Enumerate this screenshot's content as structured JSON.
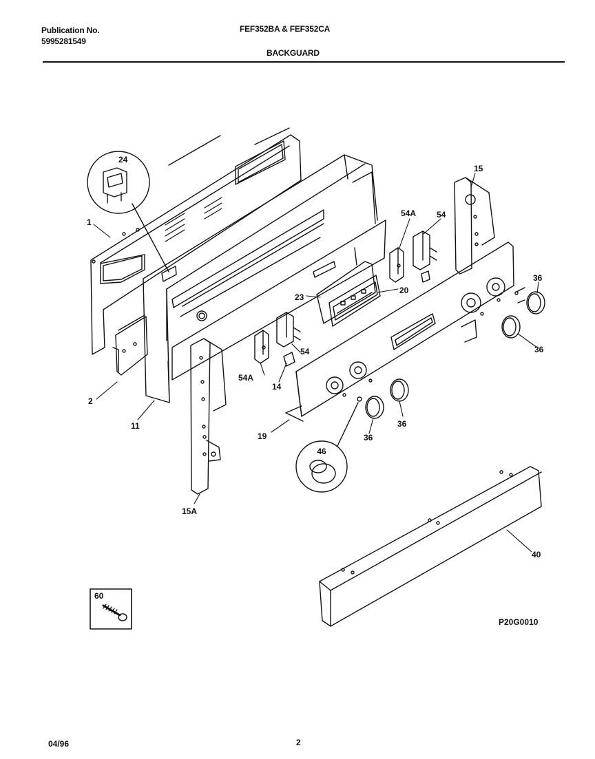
{
  "header": {
    "publication_label": "Publication No.",
    "publication_number": "5995281549",
    "model": "FEF352BA & FEF352CA",
    "section": "BACKGUARD"
  },
  "diagram": {
    "code": "P20G0010",
    "parts": {
      "p1": "1",
      "p2": "2",
      "p11": "11",
      "p14": "14",
      "p15": "15",
      "p15A": "15A",
      "p19": "19",
      "p20": "20",
      "p23": "23",
      "p24": "24",
      "p36a": "36",
      "p36b": "36",
      "p36c": "36",
      "p36d": "36",
      "p40": "40",
      "p46": "46",
      "p54a": "54",
      "p54b": "54",
      "p54Aa": "54A",
      "p54Ab": "54A",
      "p60": "60"
    }
  },
  "footer": {
    "date": "04/96",
    "page": "2"
  }
}
